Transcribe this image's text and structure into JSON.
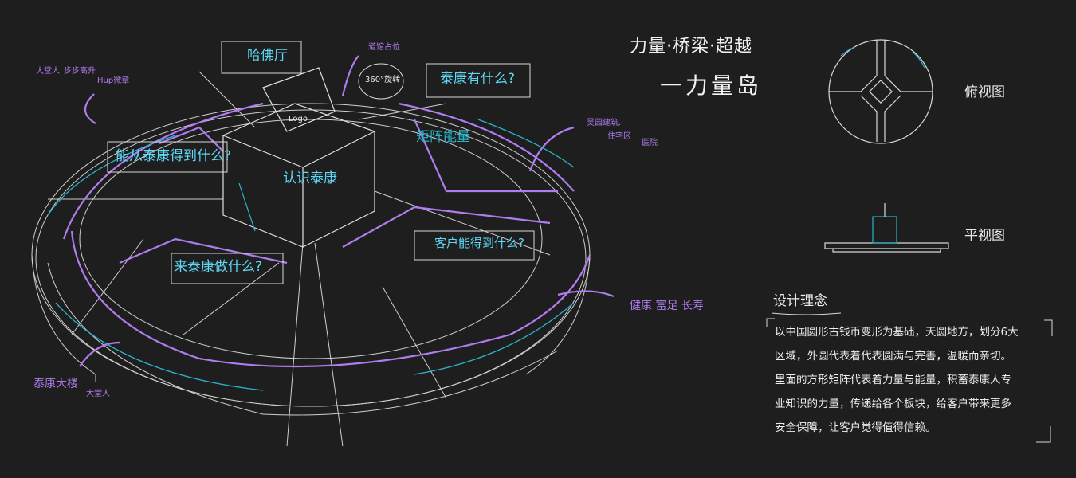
{
  "header": {
    "slogan": "力量·桥梁·超越",
    "title": "一力量岛"
  },
  "views": {
    "top_view_label": "俯视图",
    "side_view_label": "平视图"
  },
  "annotations": {
    "harvard_hall": "哈佛厅",
    "placeholder_note": "道馆占位",
    "rotation": "360°旋转",
    "what_taikang_has": "泰康有什么?",
    "matrix_energy": "矩阵能量",
    "what_from_taikang": "能从泰康得到什么?",
    "know_taikang": "认识泰康",
    "what_customers_get": "客户能得到什么?",
    "why_come": "来泰康做什么?",
    "health_wealth_longevity": "健康 富足 长寿",
    "taikang_tower": "泰康大楼",
    "lobby_people_bottom": "大堂人",
    "lobby_people_top": "大堂人",
    "promotion": "步步高升",
    "hup": "Hup微章",
    "garden_building": "吴园建筑.",
    "residential": "住宅区",
    "hospital": "医院",
    "logo": "Logo"
  },
  "concept": {
    "title": "设计理念",
    "lines": [
      "以中国圆形古钱币变形为基础，天圆地方，划分6大",
      "区域，外圆代表着代表圆满与完善，温暖而亲切。",
      "里面的方形矩阵代表着力量与能量，积蓄泰康人专",
      "业知识的力量，传递给各个板块，给客户带来更多",
      "安全保障，让客户觉得值得信赖。"
    ]
  },
  "colors": {
    "background": "#1e1e1e",
    "cyan": "#5fd8f5",
    "purple": "#b07cf0",
    "line": "#d8d8d8"
  }
}
